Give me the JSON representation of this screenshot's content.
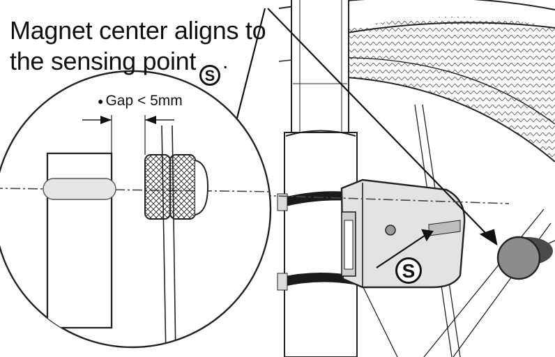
{
  "caption": {
    "line1": "Magnet center aligns to",
    "line2": "the sensing point"
  },
  "period": ".",
  "gap_label": "Gap < 5mm",
  "sensing_symbol": "S",
  "colors": {
    "ink": "#111111",
    "sensor_gray": "#e3e3e3",
    "magnet_gray": "#8c8c8c",
    "rim_pattern": "#555555"
  },
  "icons": [
    "sensing-point-symbol",
    "alignment-arrow",
    "magnet",
    "sensor",
    "spoke",
    "wheel-rim",
    "frame-tube",
    "cable-tie"
  ]
}
